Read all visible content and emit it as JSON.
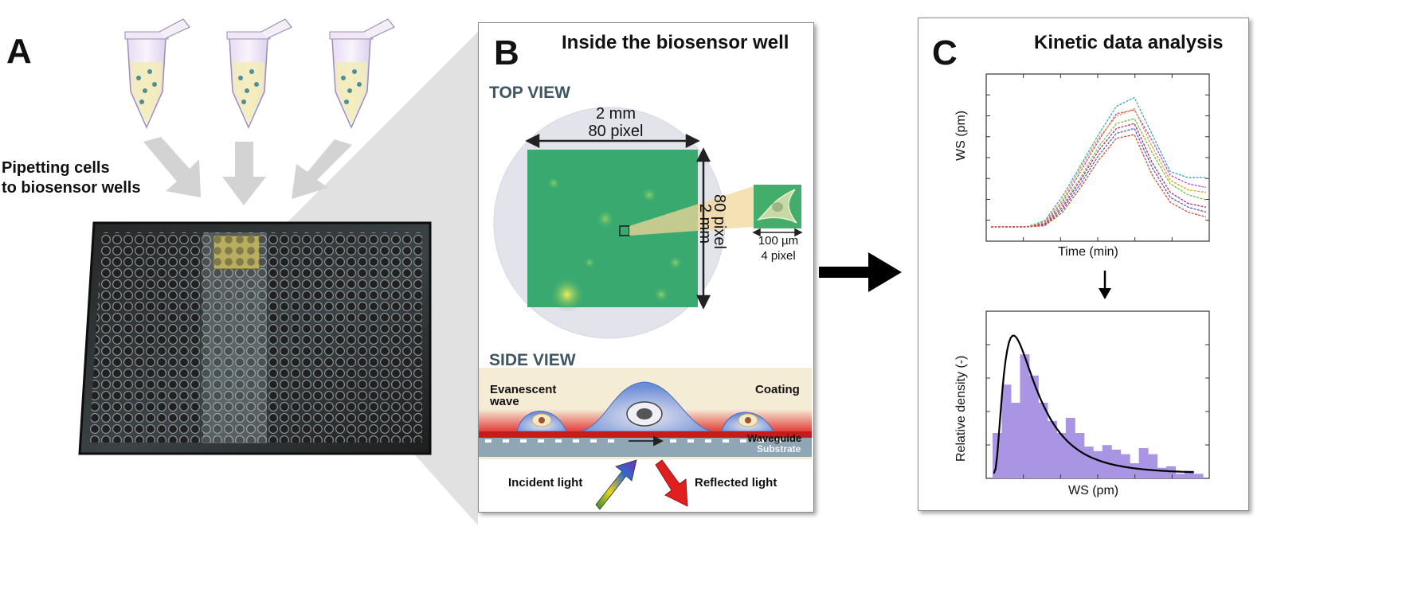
{
  "panel_a": {
    "letter": "A",
    "caption_line1": "Pipetting cells",
    "caption_line2": "to biosensor wells"
  },
  "panel_b": {
    "letter": "B",
    "title": "Inside the biosensor well",
    "top_view_label": "TOP VIEW",
    "width_dim": "2 mm",
    "width_px": "80 pixel",
    "height_dim": "2 mm",
    "height_px": "80 pixel",
    "zoom_dim": "100 µm",
    "zoom_px": "4 pixel",
    "side_view_label": "SIDE VIEW",
    "evanescent_line1": "Evanescent",
    "evanescent_line2": "wave",
    "coating": "Coating",
    "waveguide": "Waveguide",
    "substrate": "Substrate",
    "incident_light": "Incident light",
    "reflected_light": "Reflected light"
  },
  "panel_c": {
    "letter": "C",
    "title": "Kinetic data analysis",
    "kinetic_plot": {
      "xlabel": "Time (min)",
      "ylabel": "WS (pm)"
    },
    "density_plot": {
      "xlabel": "WS (pm)",
      "ylabel": "Relative density (-)"
    }
  },
  "colors": {
    "well_green": "#3cae6e",
    "hist_purple": "#a995e3",
    "red_light": "#e0201f",
    "coating": "#f5ecd6",
    "substrate": "#8fa6b5"
  },
  "chart_data": [
    {
      "type": "line",
      "xlabel": "Time (min)",
      "ylabel": "WS (pm)",
      "title": "",
      "x": [
        0,
        5,
        10,
        15,
        20,
        25,
        30,
        35,
        40,
        45,
        50,
        55,
        60
      ],
      "series": [
        {
          "values": [
            0,
            0,
            0,
            0.5,
            2.5,
            5,
            7.5,
            9.8,
            10.5,
            7.5,
            4.5,
            4.0,
            4.0
          ]
        },
        {
          "values": [
            0,
            0,
            0,
            0.3,
            2,
            4.5,
            7,
            9.2,
            9.5,
            7,
            4.2,
            3.5,
            3.2
          ]
        },
        {
          "values": [
            0,
            0,
            0,
            0.4,
            2.2,
            4.8,
            7.2,
            9,
            9.6,
            6.5,
            3.8,
            3.0,
            2.8
          ]
        },
        {
          "values": [
            0,
            0,
            0,
            0.2,
            1.8,
            4,
            6.5,
            8.4,
            8.8,
            6.0,
            3.5,
            2.6,
            2.2
          ]
        },
        {
          "values": [
            0,
            0,
            0,
            0.2,
            1.6,
            3.8,
            6.2,
            8,
            8.4,
            5.2,
            2.8,
            1.9,
            1.6
          ]
        },
        {
          "values": [
            0,
            0,
            0,
            0.1,
            1.4,
            3.5,
            5.8,
            7.6,
            8.0,
            4.8,
            2.4,
            1.6,
            1.2
          ]
        },
        {
          "values": [
            0,
            0,
            0,
            0.1,
            1.2,
            3.2,
            5.4,
            7.2,
            7.5,
            4.2,
            2.0,
            1.2,
            0.8
          ]
        }
      ]
    },
    {
      "type": "bar",
      "xlabel": "WS (pm)",
      "ylabel": "Relative density (-)",
      "title": "",
      "values": [
        0.3,
        0.62,
        0.5,
        0.82,
        0.68,
        0.5,
        0.38,
        0.3,
        0.4,
        0.3,
        0.21,
        0.18,
        0.22,
        0.19,
        0.16,
        0.1,
        0.2,
        0.16,
        0.07,
        0.08,
        0.03,
        0.05,
        0.03
      ],
      "fit_curve": "log-normal"
    }
  ]
}
